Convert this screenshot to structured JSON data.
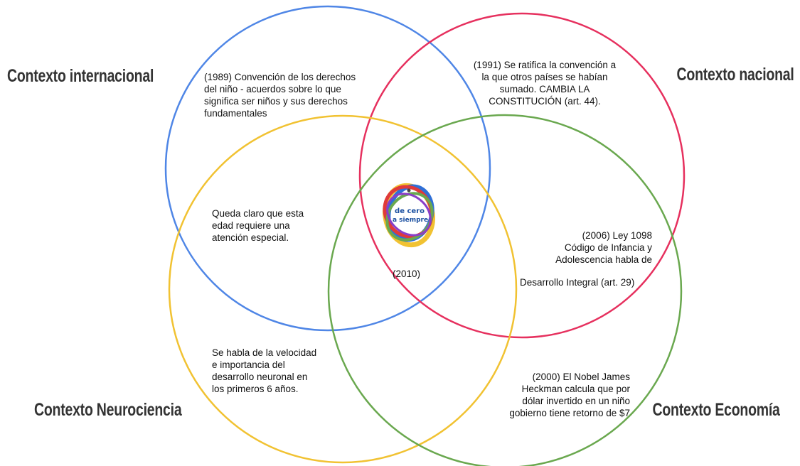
{
  "colors": {
    "international": "#4f86e6",
    "nacional": "#e6305e",
    "neurociencia": "#f1c232",
    "economia": "#6aa84f",
    "label_text": "#333333"
  },
  "contexts": {
    "internacional": "Contexto internacional",
    "nacional": "Contexto nacional",
    "neurociencia": "Contexto Neurociencia",
    "economia": "Contexto Economía"
  },
  "notes": {
    "internacional": [
      "(1989) Convención de los derechos",
      "del niño - acuerdos sobre lo que",
      "significa ser niños y sus derechos",
      "fundamentales"
    ],
    "nacional": [
      "(1991) Se ratifica la convención a",
      "la que otros países se habían",
      "sumado. CAMBIA LA",
      "CONSTITUCIÓN (art. 44)."
    ],
    "internacional_neuro": [
      "Queda claro que esta",
      "edad requiere una",
      "atención especial."
    ],
    "nacional_economia": [
      "(2006) Ley 1098",
      "Código de Infancia y",
      "Adolescencia habla de"
    ],
    "nacional_economia_2": "Desarrollo Integral (art. 29)",
    "neurociencia": [
      "Se habla de la velocidad",
      "e importancia del",
      "desarrollo neuronal en",
      "los primeros 6 años."
    ],
    "economia": [
      "(2000) El Nobel James",
      "Heckman calcula que por",
      "dólar invertido en un niño",
      "gobierno tiene retorno de $7"
    ],
    "center_year": "(2010)"
  },
  "logo": {
    "line1": "de cero",
    "line2": "a siempre"
  }
}
